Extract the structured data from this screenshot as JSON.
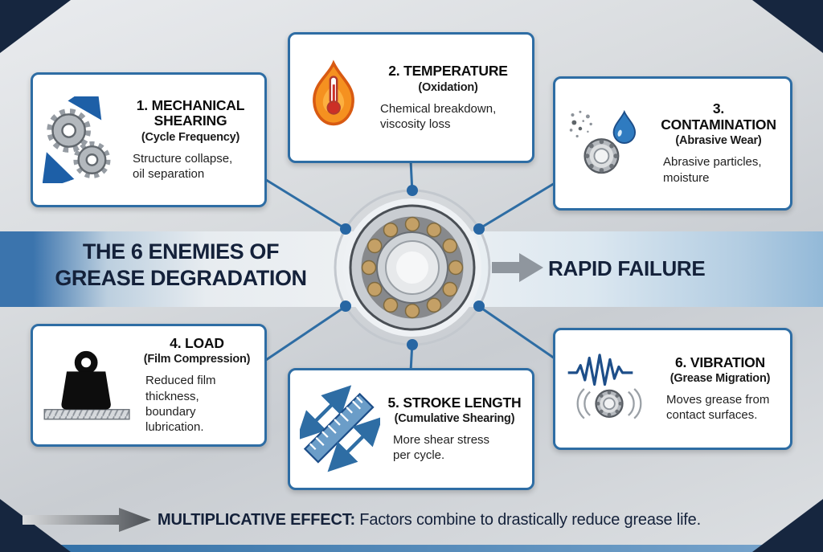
{
  "title": {
    "line1": "THE 6 ENEMIES OF",
    "line2": "GREASE DEGRADATION"
  },
  "result_label": "RAPID FAILURE",
  "factors": [
    {
      "icon": "gears-icon",
      "title": "1. MECHANICAL SHEARING",
      "subtitle": "(Cycle Frequency)",
      "desc": "Structure collapse,\noil separation"
    },
    {
      "icon": "flame-thermometer-icon",
      "title": "2. TEMPERATURE",
      "subtitle": "(Oxidation)",
      "desc": "Chemical breakdown,\nviscosity loss"
    },
    {
      "icon": "droplet-particles-bearing-icon",
      "title": "3. CONTAMINATION",
      "subtitle": "(Abrasive Wear)",
      "desc": "Abrasive particles,\nmoisture"
    },
    {
      "icon": "weight-icon",
      "title": "4. LOAD",
      "subtitle": "(Film Compression)",
      "desc": "Reduced film thickness,\nboundary lubrication."
    },
    {
      "icon": "ruler-arrows-icon",
      "title": "5. STROKE LENGTH",
      "subtitle": "(Cumulative Shearing)",
      "desc": "More shear stress\nper cycle."
    },
    {
      "icon": "vibration-waveform-bearing-icon",
      "title": "6. VIBRATION",
      "subtitle": "(Grease Migration)",
      "desc": "Moves grease from\ncontact surfaces."
    }
  ],
  "footer": {
    "bold": "MULTIPLICATIVE EFFECT:",
    "text": " Factors combine to drastically reduce grease life."
  },
  "colors": {
    "accent_blue": "#2e6da4",
    "navy": "#14213a",
    "band_blue": "#3b74ad",
    "gray_arrow": "#8f969e",
    "box_border": "#2e6da4"
  }
}
